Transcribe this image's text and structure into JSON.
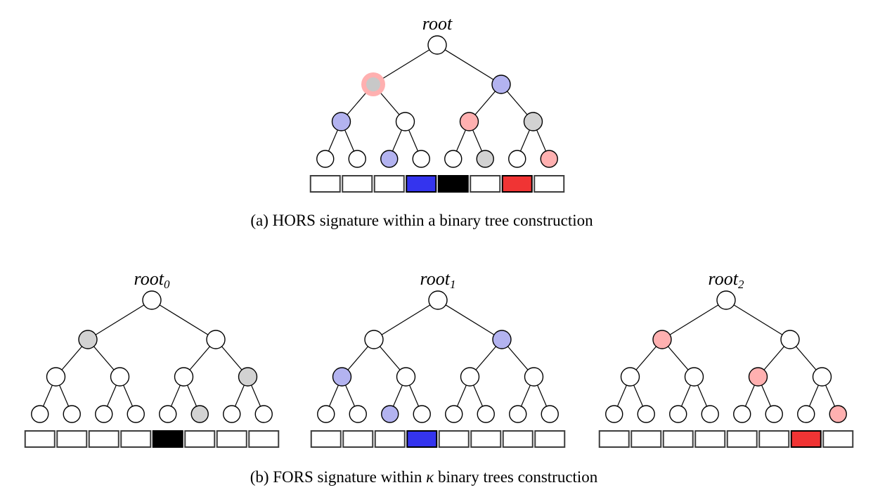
{
  "figure_a": {
    "caption": "(a) HORS signature within a binary tree construction",
    "tree": {
      "label": "root",
      "label_sub": "",
      "levels": [
        [
          "white"
        ],
        [
          "pink_ring",
          "blue"
        ],
        [
          "blue",
          "white",
          "pink",
          "gray"
        ],
        [
          "white",
          "white",
          "blue",
          "white",
          "white",
          "gray",
          "white",
          "pink"
        ]
      ],
      "boxes": [
        "white",
        "white",
        "white",
        "blue",
        "black",
        "white",
        "red",
        "white"
      ]
    }
  },
  "figure_b": {
    "caption_prefix": "(b) FORS signature within ",
    "caption_kappa": "κ",
    "caption_suffix": " binary trees construction",
    "trees": [
      {
        "label": "root",
        "label_sub": "0",
        "levels": [
          [
            "white"
          ],
          [
            "gray",
            "white"
          ],
          [
            "white",
            "white",
            "white",
            "gray"
          ],
          [
            "white",
            "white",
            "white",
            "white",
            "white",
            "gray",
            "white",
            "white"
          ]
        ],
        "boxes": [
          "white",
          "white",
          "white",
          "white",
          "black",
          "white",
          "white",
          "white"
        ]
      },
      {
        "label": "root",
        "label_sub": "1",
        "levels": [
          [
            "white"
          ],
          [
            "white",
            "blue"
          ],
          [
            "blue",
            "white",
            "white",
            "white"
          ],
          [
            "white",
            "white",
            "blue",
            "white",
            "white",
            "white",
            "white",
            "white"
          ]
        ],
        "boxes": [
          "white",
          "white",
          "white",
          "blue",
          "white",
          "white",
          "white",
          "white"
        ]
      },
      {
        "label": "root",
        "label_sub": "2",
        "levels": [
          [
            "white"
          ],
          [
            "pink",
            "white"
          ],
          [
            "white",
            "white",
            "pink",
            "white"
          ],
          [
            "white",
            "white",
            "white",
            "white",
            "white",
            "white",
            "white",
            "pink"
          ]
        ],
        "boxes": [
          "white",
          "white",
          "white",
          "white",
          "white",
          "white",
          "red",
          "white"
        ]
      }
    ]
  },
  "colors": {
    "node_white": "#ffffff",
    "node_blue": "#b3b3f0",
    "node_pink": "#ffb0b0",
    "node_gray": "#d2d2d2",
    "ring_pink": "#ffb0b0",
    "ring_inner_gray": "#c8c8c8",
    "box_white": "#ffffff",
    "box_blue": "#3434ee",
    "box_red": "#f03434",
    "box_black": "#000000",
    "outline": "#000000",
    "box_border": "#3d3d3d"
  }
}
